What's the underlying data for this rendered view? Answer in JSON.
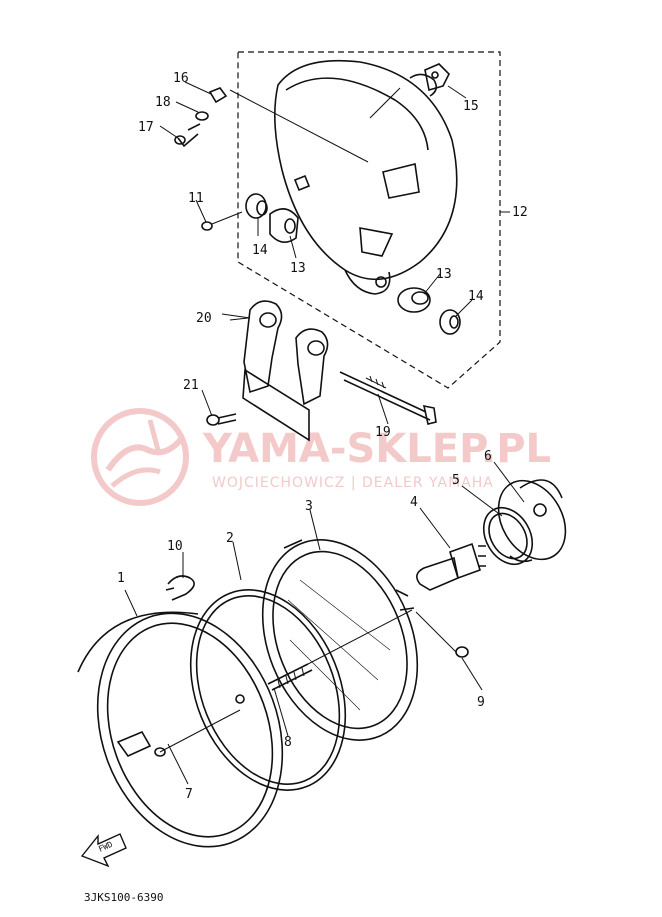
{
  "watermark": {
    "brand": "YAMA-SKLEP.PL",
    "dealer": "WOJCIECHOWICZ | DEALER YAMAHA",
    "logo_icon": "yamaha-tuning-fork-emblem-icon",
    "color": "#f3c9c9"
  },
  "part_labels": [
    {
      "id": "1",
      "text": "1"
    },
    {
      "id": "2",
      "text": "2"
    },
    {
      "id": "3",
      "text": "3"
    },
    {
      "id": "4",
      "text": "4"
    },
    {
      "id": "5",
      "text": "5"
    },
    {
      "id": "6",
      "text": "6"
    },
    {
      "id": "7",
      "text": "7"
    },
    {
      "id": "8",
      "text": "8"
    },
    {
      "id": "9",
      "text": "9"
    },
    {
      "id": "10",
      "text": "10"
    },
    {
      "id": "11",
      "text": "11"
    },
    {
      "id": "12",
      "text": "12"
    },
    {
      "id": "13a",
      "text": "13"
    },
    {
      "id": "13b",
      "text": "13"
    },
    {
      "id": "14a",
      "text": "14"
    },
    {
      "id": "14b",
      "text": "14"
    },
    {
      "id": "15",
      "text": "15"
    },
    {
      "id": "16",
      "text": "16"
    },
    {
      "id": "17",
      "text": "17"
    },
    {
      "id": "18",
      "text": "18"
    },
    {
      "id": "19",
      "text": "19"
    },
    {
      "id": "20",
      "text": "20"
    },
    {
      "id": "21",
      "text": "21"
    }
  ],
  "forward_arrow": {
    "text": "FWD",
    "icon": "forward-direction-arrow-icon"
  },
  "drawing_code": "3JKS100-6390",
  "line_color": "#111111"
}
